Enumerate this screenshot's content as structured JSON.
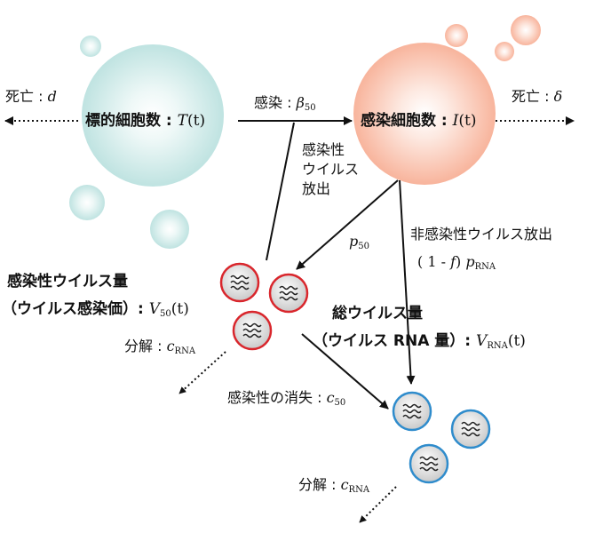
{
  "cells": {
    "target": {
      "label": "標的細胞数",
      "var": "T",
      "arg": "(t)"
    },
    "infected": {
      "label": "感染細胞数",
      "var": "I",
      "arg": "(t)"
    }
  },
  "edges": {
    "death_target": {
      "text": "死亡 : ",
      "sym": "d"
    },
    "death_infected": {
      "text": "死亡 : ",
      "sym": "δ"
    },
    "infection": {
      "text": "感染 : ",
      "sym": "β",
      "sub": "50"
    },
    "inf_release": {
      "lines": [
        "感染性",
        "ウイルス",
        "放出"
      ],
      "sym": "p",
      "sub": "50"
    },
    "noninf_release": {
      "text": "非感染性ウイルス放出",
      "pre": "( 1 - ",
      "f": "f",
      "post": ") ",
      "sym": "p",
      "sub": "RNA"
    },
    "decay_inf": {
      "text": "分解 : ",
      "sym": "c",
      "sub": "RNA"
    },
    "loss_inf": {
      "text": "感染性の消失 : ",
      "sym": "c",
      "sub": "50"
    },
    "decay_total": {
      "text": "分解 : ",
      "sym": "c",
      "sub": "RNA"
    }
  },
  "virus": {
    "infectious": {
      "line1": "感染性ウイルス量",
      "line2": "（ウイルス感染価）: ",
      "sym": "V",
      "sub": "50",
      "arg": "(t)"
    },
    "total": {
      "line1": "総ウイルス量",
      "line2": "（ウイルス RNA 量）: ",
      "sym": "V",
      "sub": "RNA",
      "arg": "(t)"
    }
  },
  "colors": {
    "target_cell": "#bfe3e1",
    "infected_cell": "#f8b49c",
    "infectious_virus": "#d9262c",
    "total_virus": "#2f8ccc",
    "arrow": "#111111"
  }
}
